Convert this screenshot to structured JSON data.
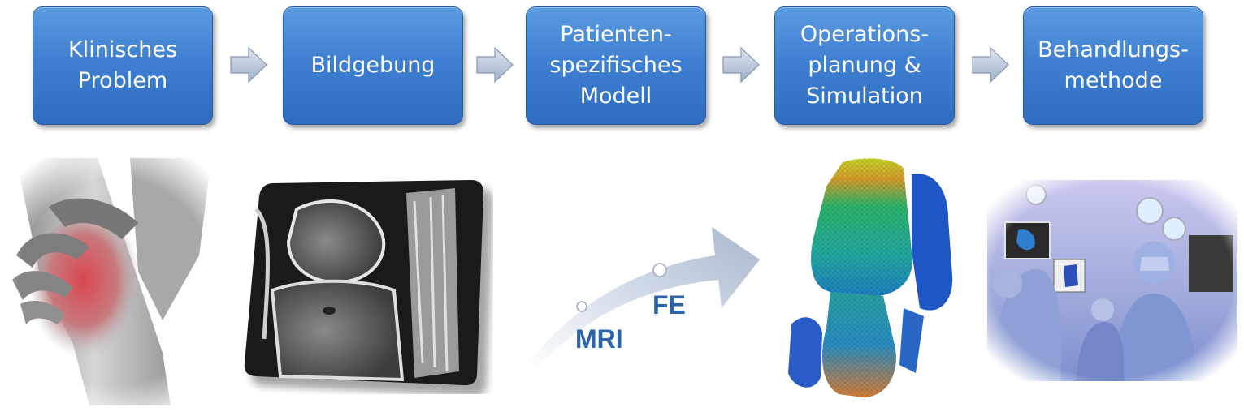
{
  "steps": [
    {
      "label": "Klinisches\nProblem"
    },
    {
      "label": "Bildgebung"
    },
    {
      "label": "Patienten-\nspezifisches\nModell"
    },
    {
      "label": "Operations-\nplanung &\nSimulation"
    },
    {
      "label": "Behandlungs-\nmethode"
    }
  ],
  "curve": {
    "label_mri": "MRI",
    "label_fe": "FE"
  },
  "images": [
    {
      "name": "knee-pain-photo"
    },
    {
      "name": "knee-mri-scan"
    },
    {
      "name": "knee-fe-model-render"
    },
    {
      "name": "operating-room-photo"
    }
  ],
  "colors": {
    "box": "#3f80d2",
    "arrow": "#b9c7da",
    "text_blue": "#2a63a8"
  }
}
